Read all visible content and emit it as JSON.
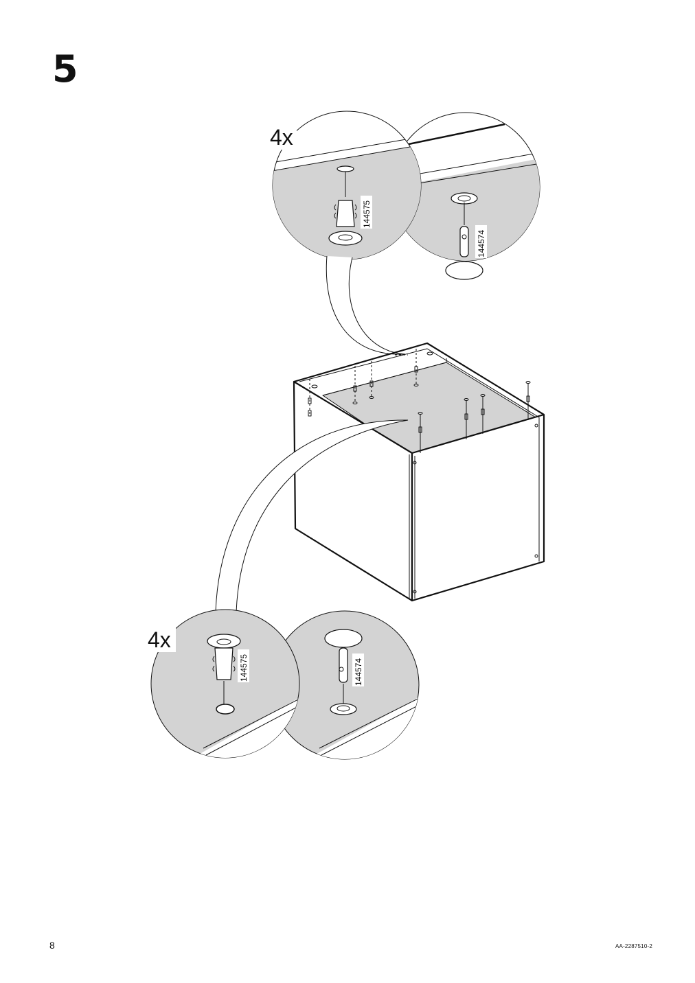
{
  "step": {
    "number": "5"
  },
  "detail_top": {
    "quantity": "4x",
    "part_left": "144575",
    "part_right": "144574"
  },
  "detail_bottom": {
    "quantity": "4x",
    "part_left": "144575",
    "part_right": "144574"
  },
  "footer": {
    "page_number": "8",
    "document_code": "AA-2287510-2"
  },
  "colors": {
    "ink": "#111111",
    "detail_fill": "#d3d3d3",
    "paper": "#ffffff"
  }
}
